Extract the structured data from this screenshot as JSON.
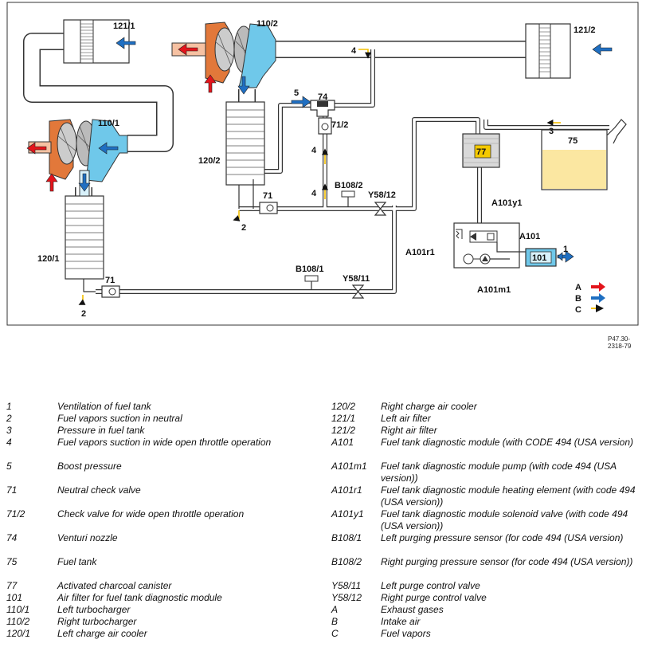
{
  "diagram": {
    "labels": {
      "l121_1": "121/1",
      "l121_2": "121/2",
      "l110_1": "110/1",
      "l110_2": "110/2",
      "l120_1": "120/1",
      "l120_2": "120/2",
      "l74": "74",
      "l71_2": "71/2",
      "l71a": "71",
      "l71b": "71",
      "lB108_1": "B108/1",
      "lB108_2": "B108/2",
      "lY58_11": "Y58/11",
      "lY58_12": "Y58/12",
      "l77": "77",
      "l75": "75",
      "l101": "101",
      "lA101": "A101",
      "lA101y1": "A101y1",
      "lA101r1": "A101r1",
      "lA101m1": "A101m1",
      "n1": "1",
      "n2a": "2",
      "n2b": "2",
      "n3": "3",
      "n4a": "4",
      "n4b": "4",
      "n4c": "4",
      "n5": "5",
      "legA": "A",
      "legB": "B",
      "legC": "C"
    },
    "colors": {
      "exhaust": "#e3141b",
      "intake": "#1f6fc2",
      "vapor": "#f4c000",
      "hot_metal": "#e2783a",
      "cold_metal": "#6fc8ea",
      "tank": "#fbe7a1",
      "canister": "#f4c900"
    },
    "ref_code": "P47.30-2318-79"
  },
  "legend": {
    "left": [
      {
        "key": "1",
        "text": "Ventilation of fuel tank"
      },
      {
        "key": "2",
        "text": "Fuel vapors suction in neutral"
      },
      {
        "key": "3",
        "text": "Pressure in fuel tank"
      },
      {
        "key": "4",
        "text": "Fuel vapors suction in wide open throttle operation"
      },
      {
        "key": "5",
        "text": "Boost pressure"
      },
      {
        "key": "71",
        "text": "Neutral check valve"
      },
      {
        "key": "71/2",
        "text": "Check valve for wide open throttle operation"
      },
      {
        "key": "74",
        "text": "Venturi nozzle"
      },
      {
        "key": "75",
        "text": "Fuel tank"
      },
      {
        "key": "77",
        "text": "Activated charcoal canister"
      },
      {
        "key": "101",
        "text": "Air filter for fuel tank diagnostic module"
      },
      {
        "key": "110/1",
        "text": "Left turbocharger"
      },
      {
        "key": "110/2",
        "text": "Right turbocharger"
      },
      {
        "key": "120/1",
        "text": "Left charge air cooler"
      }
    ],
    "right": [
      {
        "key": "120/2",
        "text": "Right charge air cooler"
      },
      {
        "key": "121/1",
        "text": "Left air filter"
      },
      {
        "key": "121/2",
        "text": "Right air filter"
      },
      {
        "key": "A101",
        "text": "Fuel tank diagnostic module (with CODE 494 (USA version)"
      },
      {
        "key": "A101m1",
        "text": "Fuel tank diagnostic module pump (with code 494 (USA version))"
      },
      {
        "key": "A101r1",
        "text": "Fuel tank diagnostic module heating element (with code 494 (USA version))"
      },
      {
        "key": "A101y1",
        "text": "Fuel tank diagnostic module solenoid valve (with code 494 (USA version))"
      },
      {
        "key": "B108/1",
        "text": "Left purging pressure sensor (for code 494 (USA version)"
      },
      {
        "key": "B108/2",
        "text": "Right purging pressure sensor (for code 494 (USA version))"
      },
      {
        "key": "Y58/11",
        "text": "Left purge control valve"
      },
      {
        "key": "Y58/12",
        "text": "Right purge control valve"
      },
      {
        "key": "A",
        "text": "Exhaust gases"
      },
      {
        "key": "B",
        "text": "Intake air"
      },
      {
        "key": "C",
        "text": "Fuel vapors"
      }
    ]
  }
}
